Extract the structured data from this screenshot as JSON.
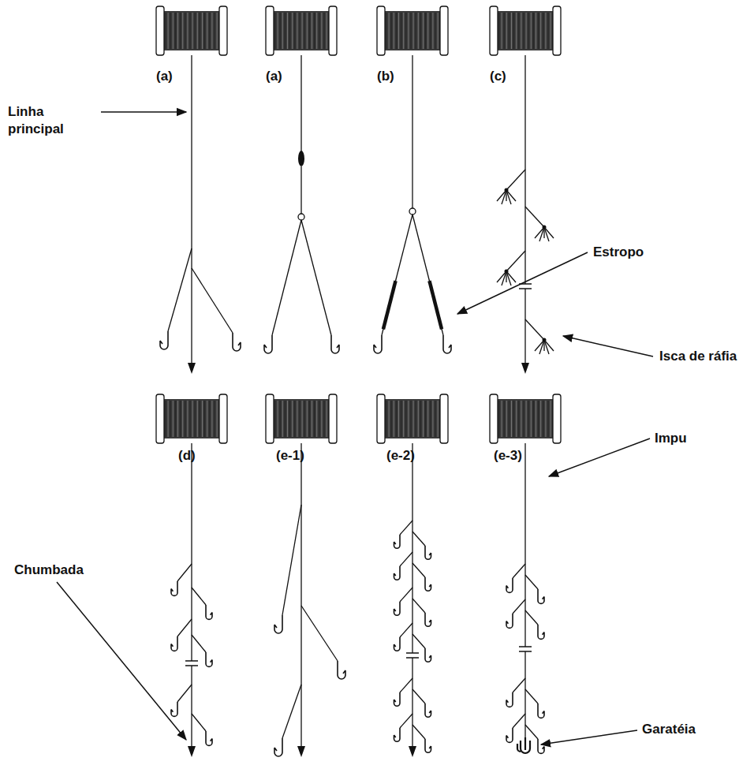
{
  "diagram": {
    "labels": [
      "(a)",
      "(a)",
      "(b)",
      "(c)",
      "(d)",
      "(e-1)",
      "(e-2)",
      "(e-3)",
      "Linha principal",
      "Estropo",
      "Isca de ráfia",
      "Impu",
      "Chumbada",
      "Garatéia"
    ]
  }
}
